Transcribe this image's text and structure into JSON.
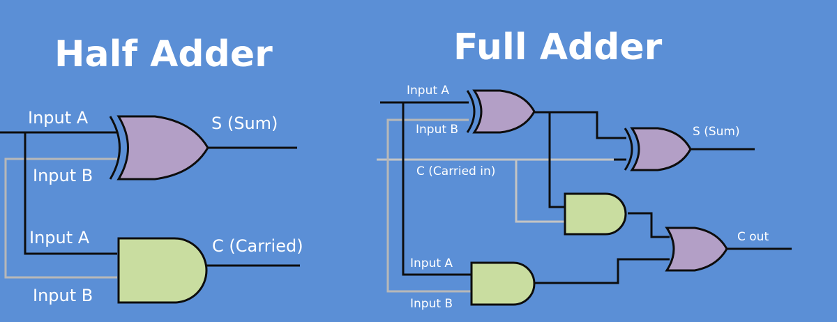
{
  "half_adder": {
    "title": "Half Adder",
    "xor_input_a": "Input A",
    "xor_input_b": "Input B",
    "sum_output": "S (Sum)",
    "and_input_a": "Input A",
    "and_input_b": "Input B",
    "carry_output": "C (Carried)"
  },
  "full_adder": {
    "title": "Full Adder",
    "xor1_input_a": "Input A",
    "xor1_input_b": "Input B",
    "carry_in": "C (Carried in)",
    "sum_output": "S (Sum)",
    "and2_input_a": "Input A",
    "and2_input_b": "Input B",
    "carry_out": "C out"
  },
  "colors": {
    "background": "#5b8fd6",
    "xor_gate": "#b39fc6",
    "and_gate": "#c9dda0",
    "wire": "#0d0d0d",
    "wire_gray": "#b8b8b8",
    "text": "#ffffff"
  },
  "icons": [
    "xor-gate-icon",
    "and-gate-icon"
  ]
}
